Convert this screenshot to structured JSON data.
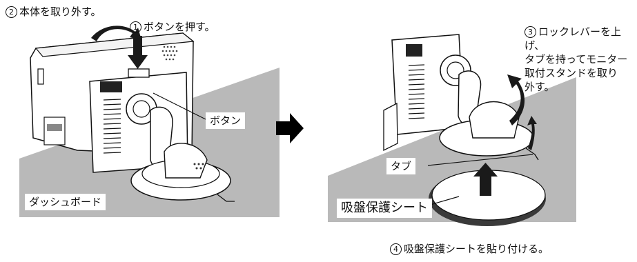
{
  "left_panel": {
    "step2": {
      "num": "2",
      "text": "本体を取り外す。"
    },
    "step1": {
      "num": "1",
      "text": "ボタンを押す。"
    },
    "button_label": "ボタン",
    "dashboard_label": "ダッシュボード"
  },
  "right_panel": {
    "step3": {
      "num": "3",
      "lines": [
        "ロックレバーを上げ、",
        "タブを持ってモニター",
        "取付スタンドを取り",
        "外す。"
      ]
    },
    "tab_label": "タブ",
    "sheet_label": "吸盤保護シート",
    "step4": {
      "num": "4",
      "text": "吸盤保護シートを貼り付ける。"
    }
  },
  "colors": {
    "dashboard": "#b9b9b9",
    "sheet_shadow": "#3a3a3a",
    "arrow": "#1a1a1a",
    "big_arrow": "#000000"
  }
}
